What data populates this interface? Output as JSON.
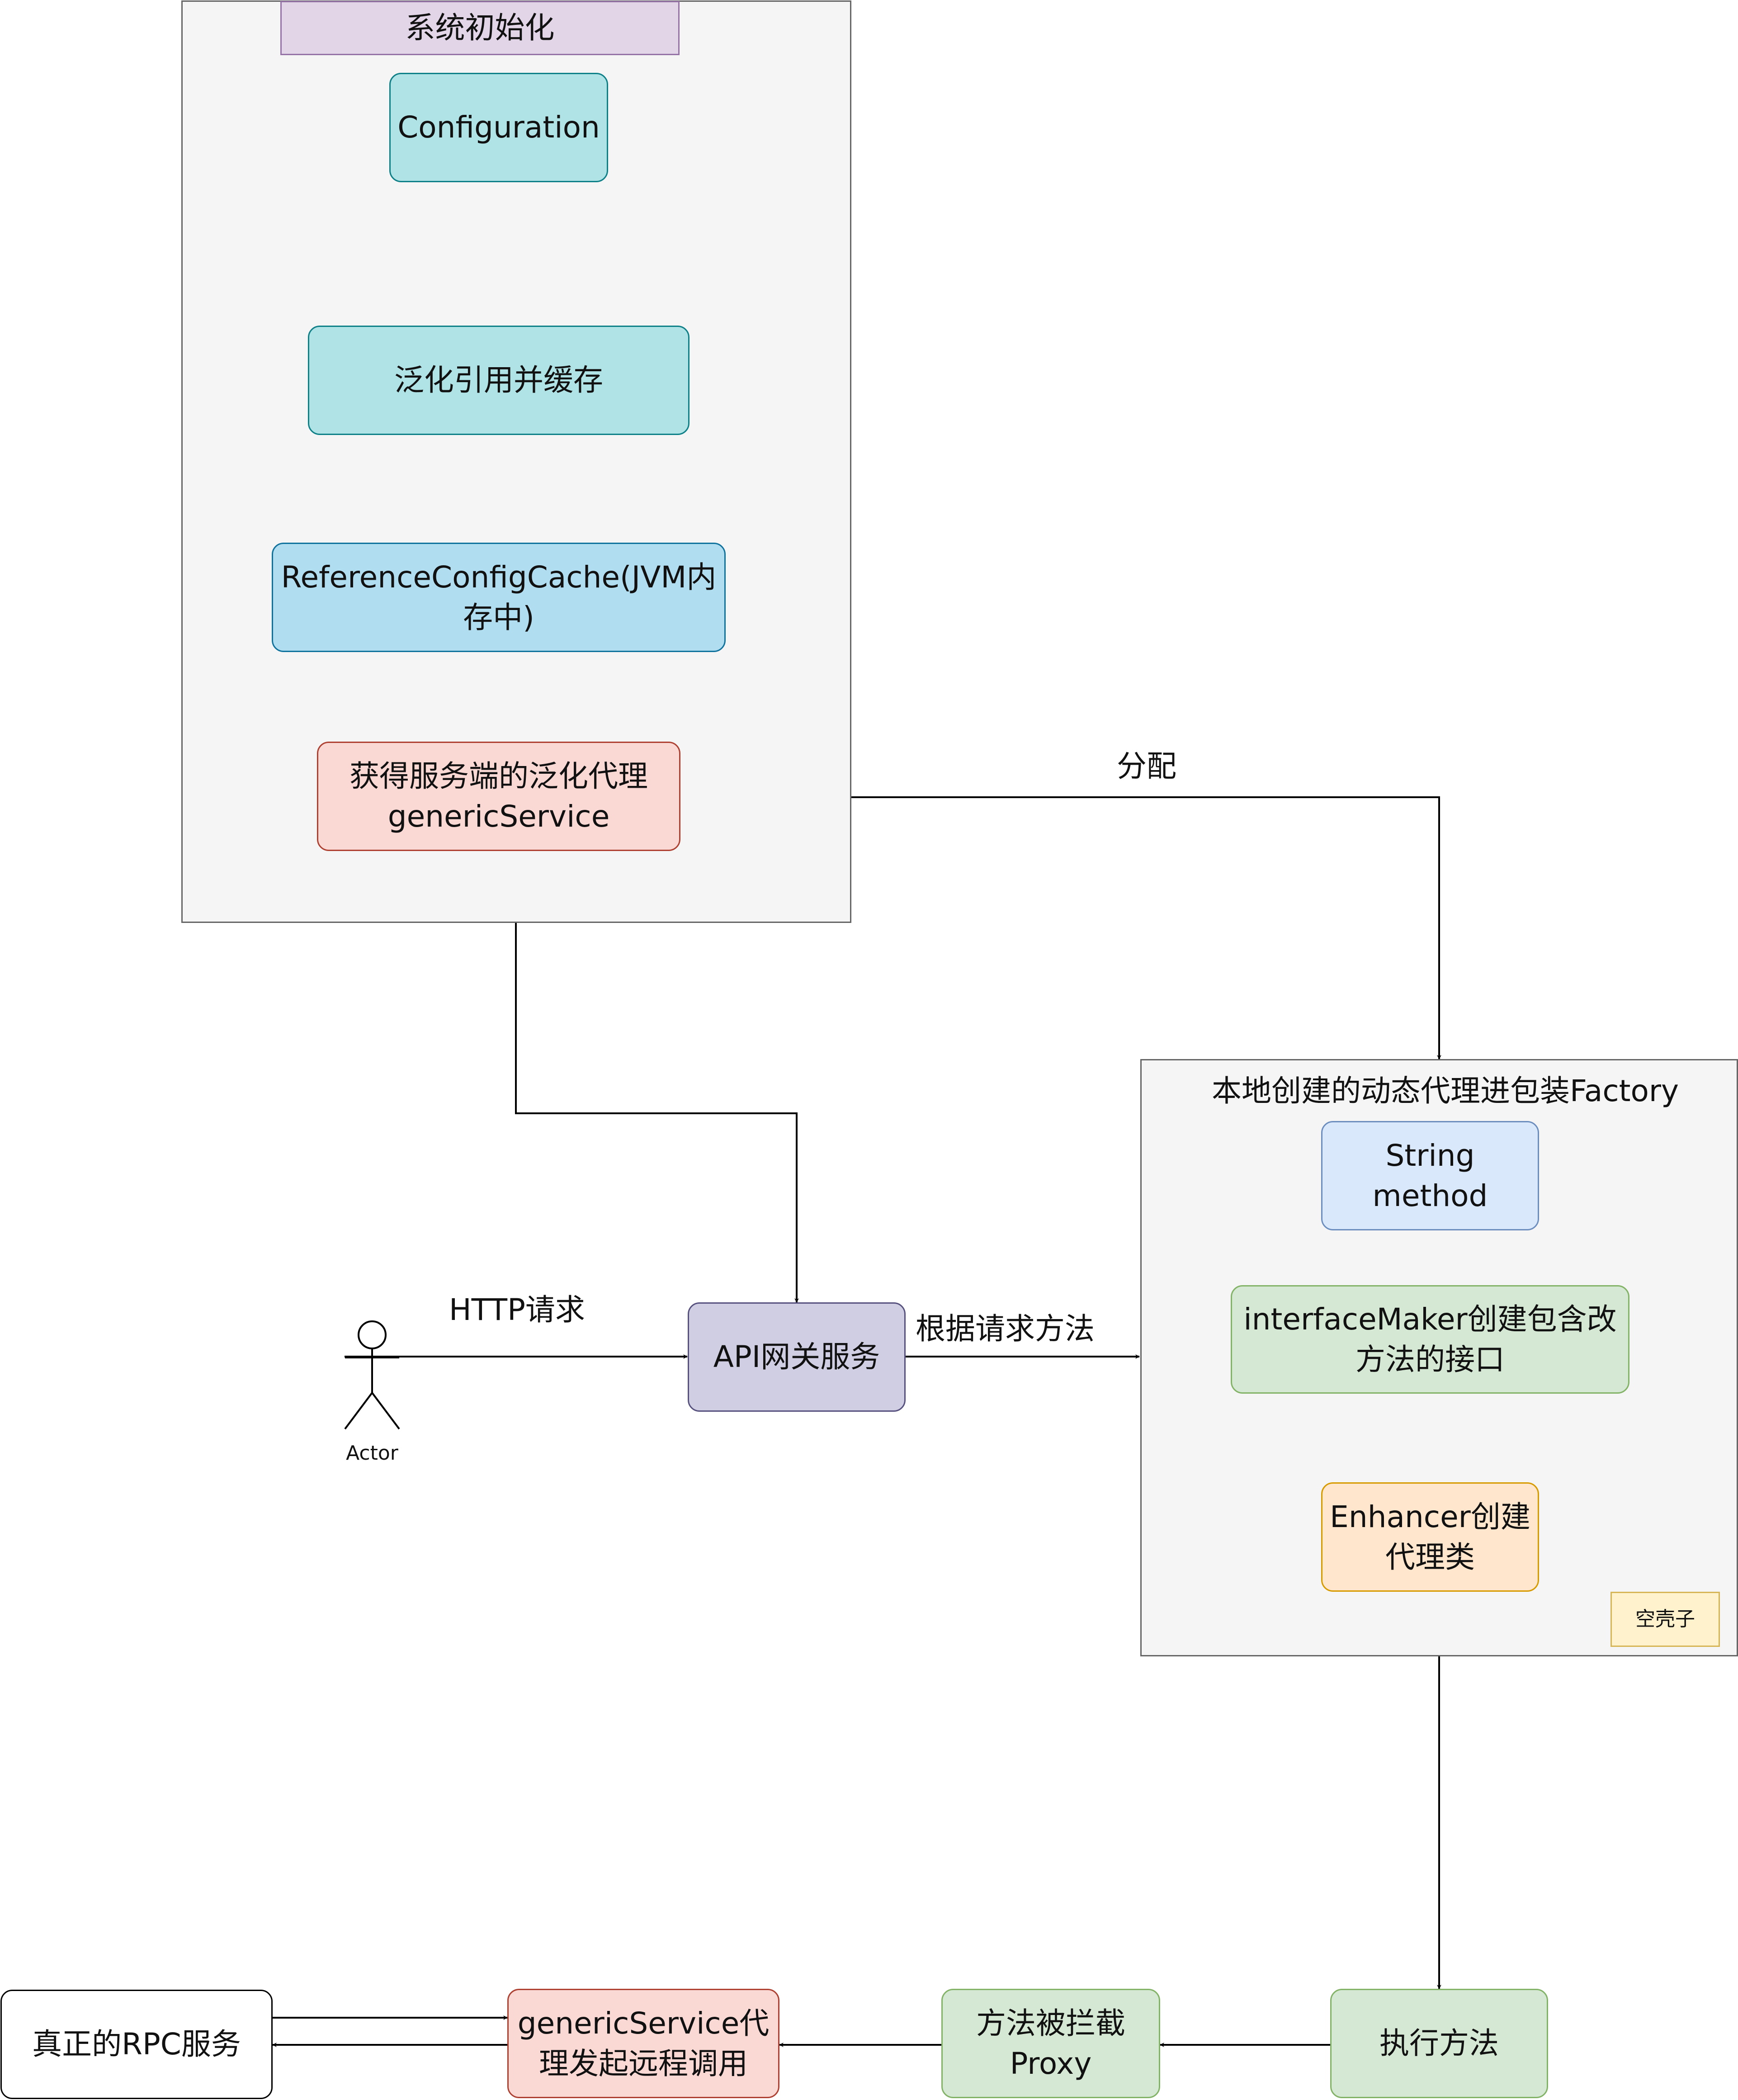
{
  "init_group": {
    "title": "系统初始化",
    "configuration": "Configuration",
    "generic_ref_cache": "泛化引用并缓存",
    "reference_cache": "ReferenceConfigCache(JVM内存中)",
    "generic_service": "获得服务端的泛化代理genericService"
  },
  "edges": {
    "assign": "分配",
    "http_request": "HTTP请求",
    "by_method": "根据请求方法"
  },
  "actor": {
    "label": "Actor"
  },
  "gateway": {
    "label": "API网关服务"
  },
  "factory_group": {
    "title": "本地创建的动态代理进包装Factory",
    "string_method": "String method",
    "interface_maker": "interfaceMaker创建包含改方法的接口",
    "enhancer": "Enhancer创建代理类",
    "empty_shell": "空壳子"
  },
  "bottom": {
    "execute": "执行方法",
    "intercepted": "方法被拦截Proxy",
    "remote_call": "genericService代理发起远程调用",
    "real_rpc": "真正的RPC服务"
  },
  "colors": {
    "teal_fill": "#b0e3e6",
    "teal_stroke": "#0e8088",
    "blue_fill": "#b1ddf0",
    "blue_stroke": "#10739e",
    "red_fill": "#fad9d5",
    "red_stroke": "#ae4132",
    "purple_fill": "#e1d5e7",
    "purple_stroke": "#9673a6",
    "gateway_fill": "#d0cee2",
    "gateway_stroke": "#56517e",
    "lightblue_fill": "#dae8fc",
    "lightblue_stroke": "#6c8ebf",
    "green_fill": "#d5e8d4",
    "green_stroke": "#82b366",
    "orange_fill": "#ffe6cc",
    "orange_stroke": "#d79b00",
    "note_fill": "#fff2cc",
    "note_stroke": "#d6b656"
  }
}
